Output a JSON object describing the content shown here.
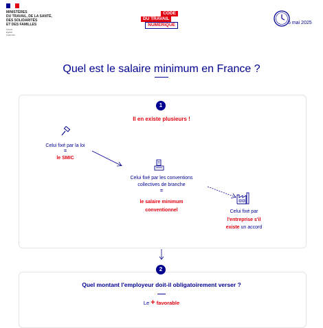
{
  "header": {
    "ministry": "MINISTÈRES\nDU TRAVAIL, DE LA SANTÉ,\nDES SOLIDARITÉS\nET DES FAMILLES",
    "motto": "Liberté\nÉgalité\nFraternité",
    "logo": [
      "CODE",
      "DU TRAVAIL",
      "NUMÉRIQUE"
    ],
    "date": "5 mai 2025"
  },
  "title": "Quel est le salaire minimum en France ?",
  "step1": {
    "number": "1",
    "heading": "Il en existe plusieurs !",
    "law_label": "Celui fixé par la loi",
    "equals": "=",
    "law_value": "le SMIC",
    "conv_label_1": "Celui fixé par les conventions",
    "conv_label_2": "collectives de branche",
    "conv_equals": "=",
    "conv_value_1": "le salaire minimum",
    "conv_value_2": "conventionnel",
    "comp_label_1": "Celui fixé par",
    "comp_red_1": "l'entreprise s'il",
    "comp_red_2": "existe",
    "comp_tail": " un accord"
  },
  "step2": {
    "number": "2",
    "heading": "Quel montant l'employeur doit-il obligatoirement verser ?",
    "favorable_pre": "Le",
    "favorable_plus": "+",
    "favorable_word": "favorable"
  },
  "colors": {
    "blue": "#000091",
    "red": "#e1000f"
  },
  "icons": [
    "gavel-icon",
    "conventions-icon",
    "factory-icon",
    "clock-icon",
    "arrow-down-icon"
  ]
}
